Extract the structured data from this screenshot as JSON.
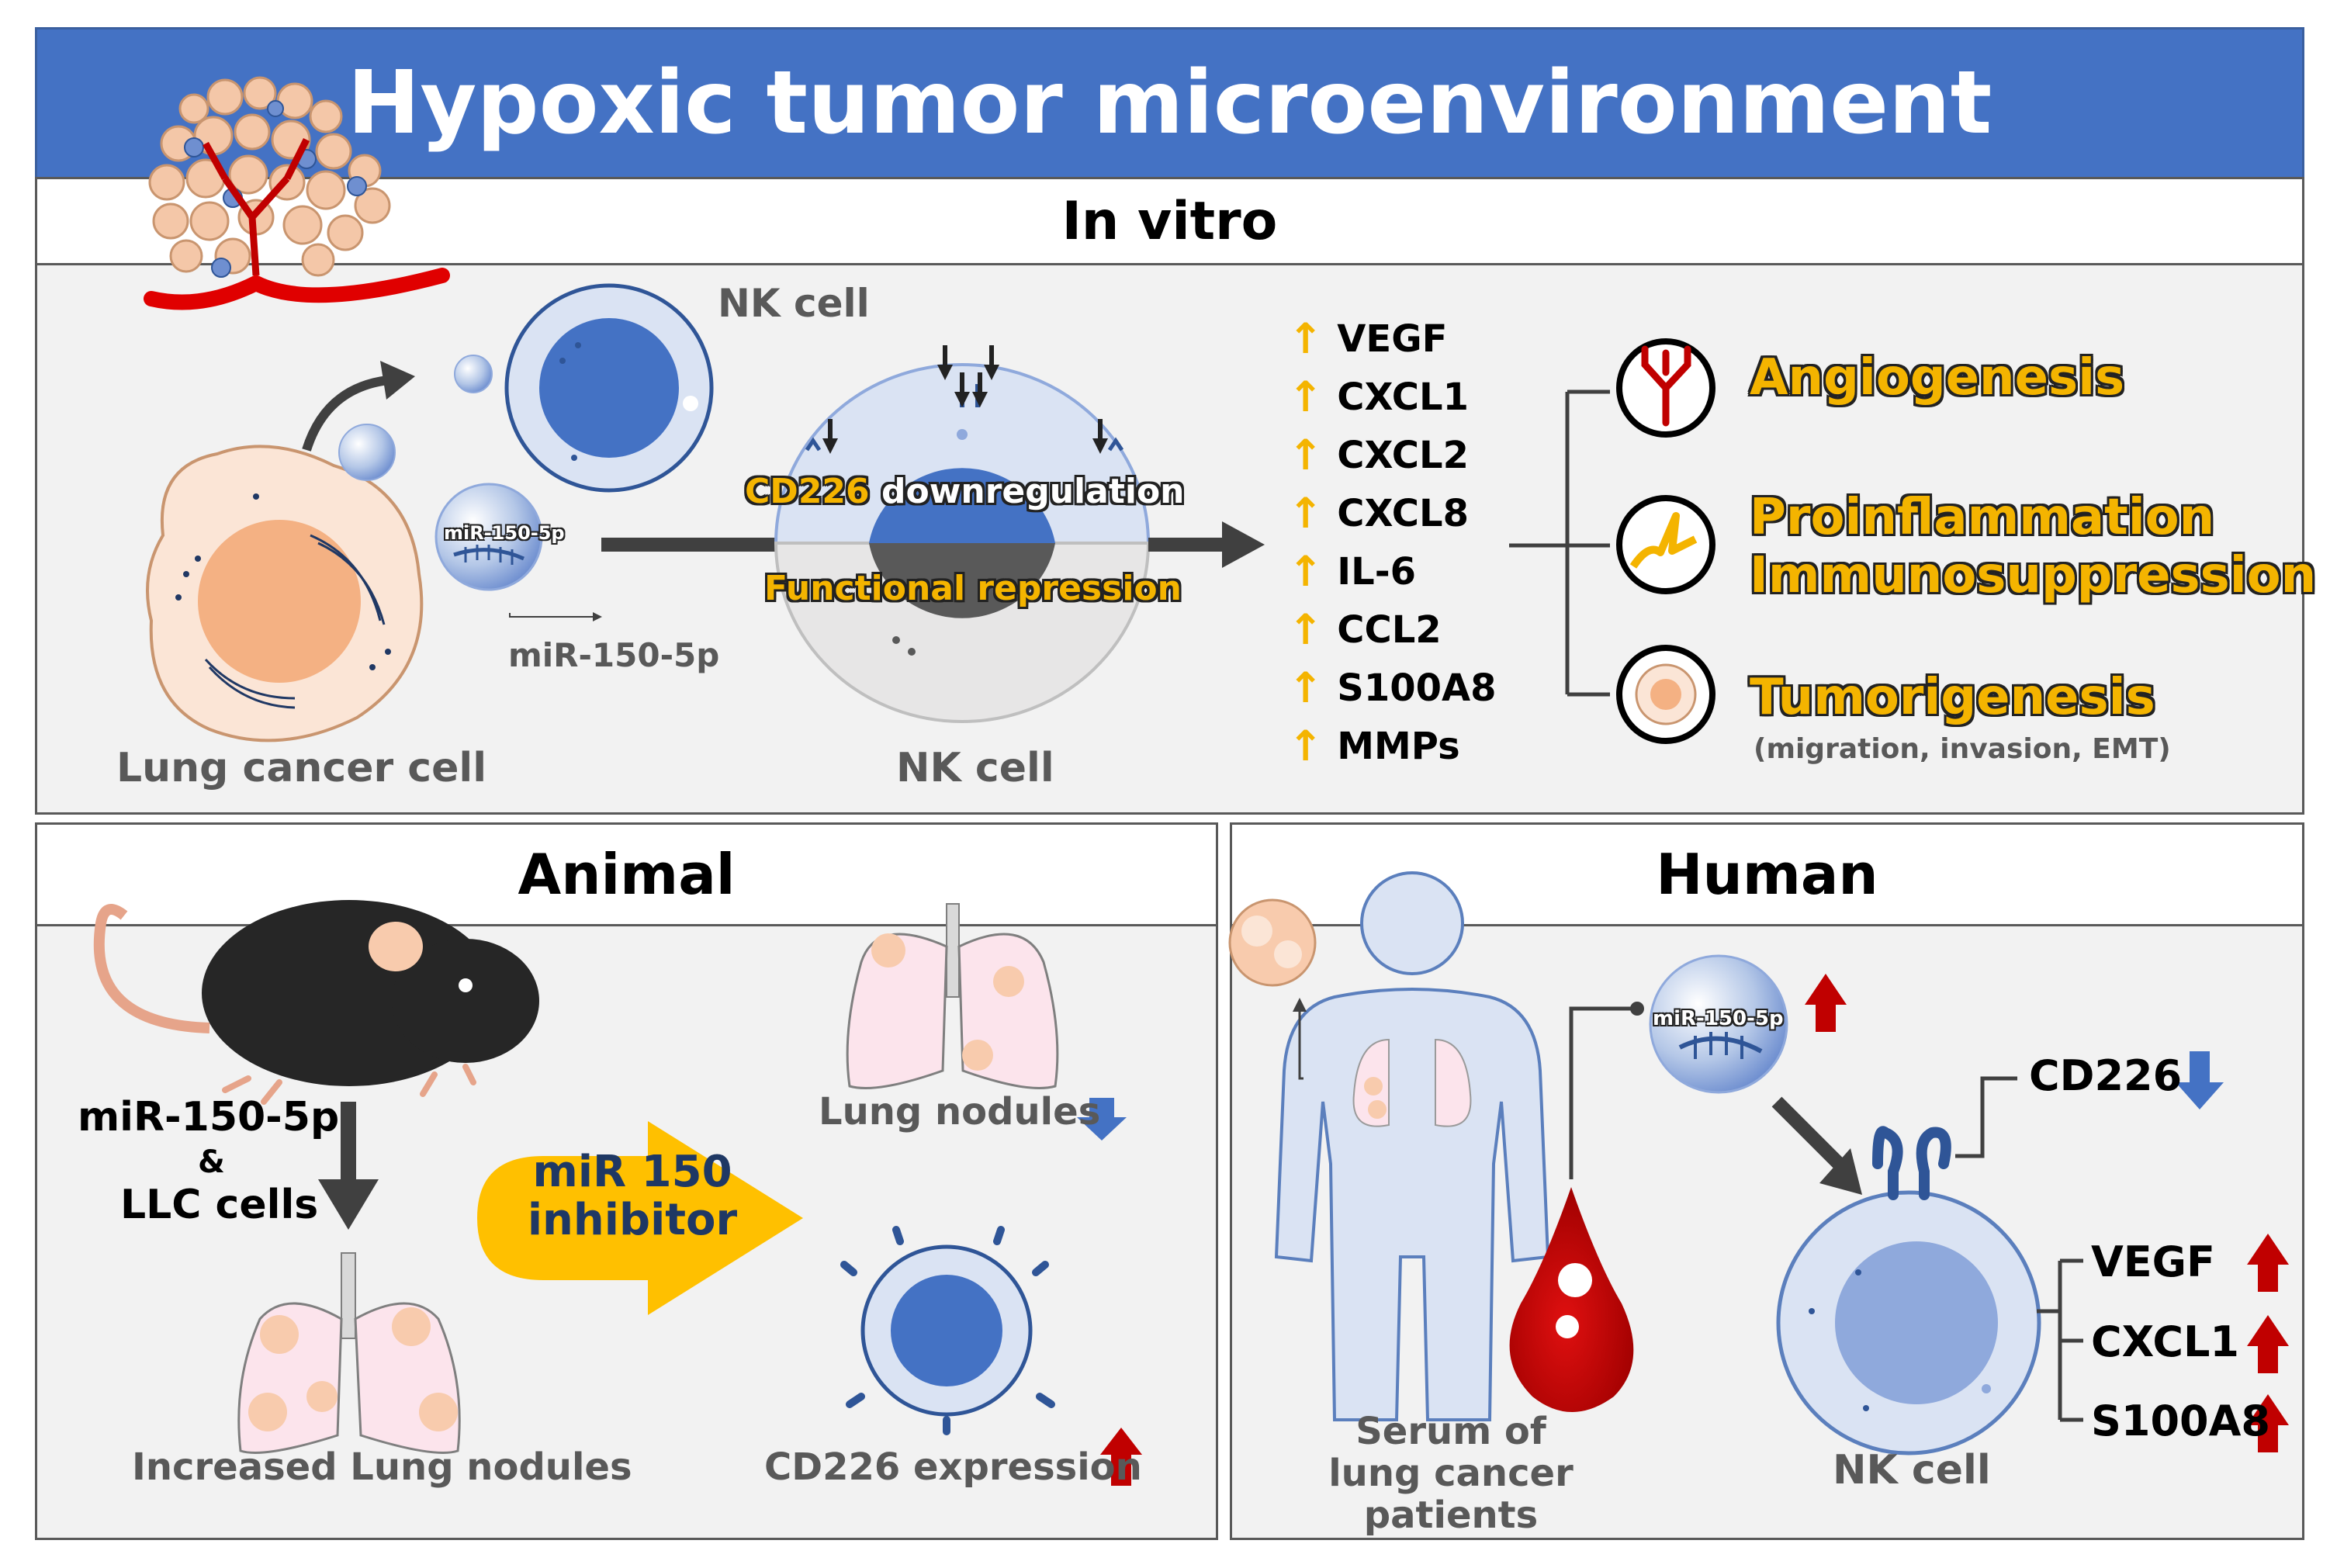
{
  "title": "Hypoxic tumor microenvironment",
  "sections": {
    "in_vitro": {
      "header": "In vitro",
      "labels": {
        "nk_cell_top": "NK cell",
        "mirna_label_in_vesicle": "miR-150-5p",
        "mirna_label": "miR-150-5p",
        "lung_cancer_cell": "Lung cancer cell",
        "nk_cell_bottom": "NK cell",
        "cd226_word": "CD226",
        "downregulation": "downregulation",
        "functional_repression": "Functional repression"
      },
      "genes": [
        "VEGF",
        "CXCL1",
        "CXCL2",
        "CXCL8",
        "IL-6",
        "CCL2",
        "S100A8",
        "MMPs"
      ],
      "outcomes": {
        "angiogenesis": "Angiogenesis",
        "proinflammation": "Proinflammation",
        "immunosuppression": "Immunosuppression",
        "tumorigenesis": "Tumorigenesis",
        "tumorigenesis_note": "(migration, invasion, EMT)"
      }
    },
    "animal": {
      "header": "Animal",
      "mirna": "miR-150-5p",
      "ampersand": "&",
      "llc": "LLC cells",
      "inhibitor_line1": "miR 150",
      "inhibitor_line2": "inhibitor",
      "lung_nodules": "Lung nodules",
      "increased_nodules": "Increased Lung nodules",
      "cd226_expression": "CD226 expression"
    },
    "human": {
      "header": "Human",
      "mirna_in_vesicle": "miR-150-5p",
      "cd226": "CD226",
      "genes": [
        "VEGF",
        "CXCL1",
        "S100A8"
      ],
      "serum_line1": "Serum of",
      "serum_line2": "lung cancer patients",
      "nk_cell": "NK cell"
    }
  },
  "icons": {
    "tumor": "tumor-cluster-icon",
    "nk_cell": "nk-cell-icon",
    "exosome": "exosome-icon",
    "lung_cancer_cell": "lung-cancer-cell-icon",
    "mouse": "mouse-icon",
    "lungs": "lungs-icon",
    "human": "human-figure-icon",
    "blood_drop": "blood-drop-icon",
    "angiogenesis": "blood-vessel-icon",
    "inflammation": "lightning-icon",
    "tumorigenesis": "tumor-cell-icon"
  },
  "colors": {
    "title_bar": "#4472c4",
    "highlight_yellow": "#f4b400",
    "up_red": "#c00000",
    "down_blue": "#4472c4",
    "panel_bg": "#f2f2f2"
  }
}
